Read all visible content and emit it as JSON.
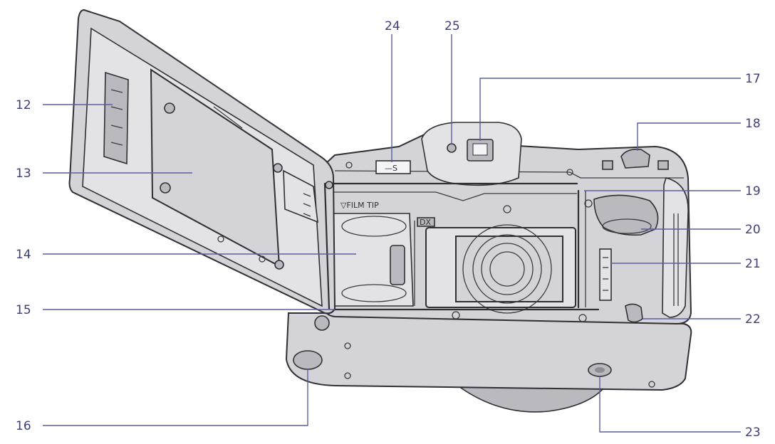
{
  "callouts": [
    {
      "id": "12",
      "label": "12"
    },
    {
      "id": "13",
      "label": "13"
    },
    {
      "id": "14",
      "label": "14"
    },
    {
      "id": "15",
      "label": "15"
    },
    {
      "id": "16",
      "label": "16"
    },
    {
      "id": "17",
      "label": "17"
    },
    {
      "id": "18",
      "label": "18"
    },
    {
      "id": "19",
      "label": "19"
    },
    {
      "id": "20",
      "label": "20"
    },
    {
      "id": "21",
      "label": "21"
    },
    {
      "id": "22",
      "label": "22"
    },
    {
      "id": "23",
      "label": "23"
    },
    {
      "id": "24",
      "label": "24"
    },
    {
      "id": "25",
      "label": "25"
    }
  ],
  "camera_text": {
    "film_tip": "▽FILM TIP",
    "counter_window": "—S",
    "dx_mark": "DX"
  },
  "colors": {
    "ink": "#2f2f34",
    "label": "#3c3f7a",
    "leader": "#5b5fa0",
    "body": "#d4d4d8"
  }
}
